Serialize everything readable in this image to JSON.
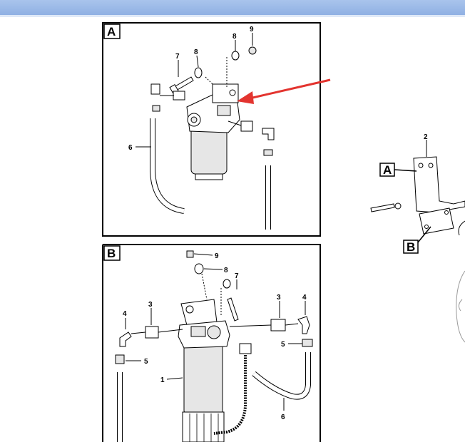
{
  "panel_a": {
    "label": "A",
    "callouts": [
      "7",
      "8",
      "8",
      "9",
      "6"
    ]
  },
  "panel_b": {
    "label": "B",
    "callouts": [
      "9",
      "8",
      "7",
      "4",
      "3",
      "3",
      "4",
      "5",
      "5",
      "1",
      "6"
    ]
  },
  "side_diagram": {
    "label_a": "A",
    "label_b": "B",
    "callout": "2"
  },
  "colors": {
    "header": "#8fb0e3",
    "arrow": "#e3342f"
  }
}
